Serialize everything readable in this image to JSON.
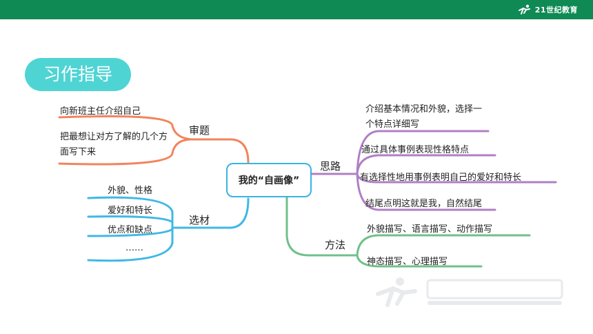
{
  "header": {
    "brand_text": "21世纪教育"
  },
  "section_title": "习作指导",
  "mindmap": {
    "center": "我的“自画像”",
    "branches": {
      "shenti": {
        "label": "审题",
        "items": [
          "向新班主任介绍自己",
          "把最想让对方了解的几个方面写下来"
        ]
      },
      "xuancai": {
        "label": "选材",
        "items": [
          "外貌、性格",
          "爱好和特长",
          "优点和缺点",
          "……"
        ]
      },
      "silu": {
        "label": "思路",
        "items": [
          "介绍基本情况和外貌，选择一个特点详细写",
          "通过具体事例表现性格特点",
          "有选择性地用事例表明自己的爱好和特长",
          "结尾点明这就是我，自然结尾"
        ]
      },
      "fangfa": {
        "label": "方法",
        "items": [
          "外貌描写、语言描写、动作描写",
          "神态描写、心理描写"
        ]
      }
    }
  },
  "colors": {
    "topbar": "#0f8a55",
    "pill": "#4fd4d4",
    "shenti": "#f2845c",
    "xuancai": "#3fb8e6",
    "silu": "#b07fc4",
    "fangfa": "#6fc08a"
  }
}
